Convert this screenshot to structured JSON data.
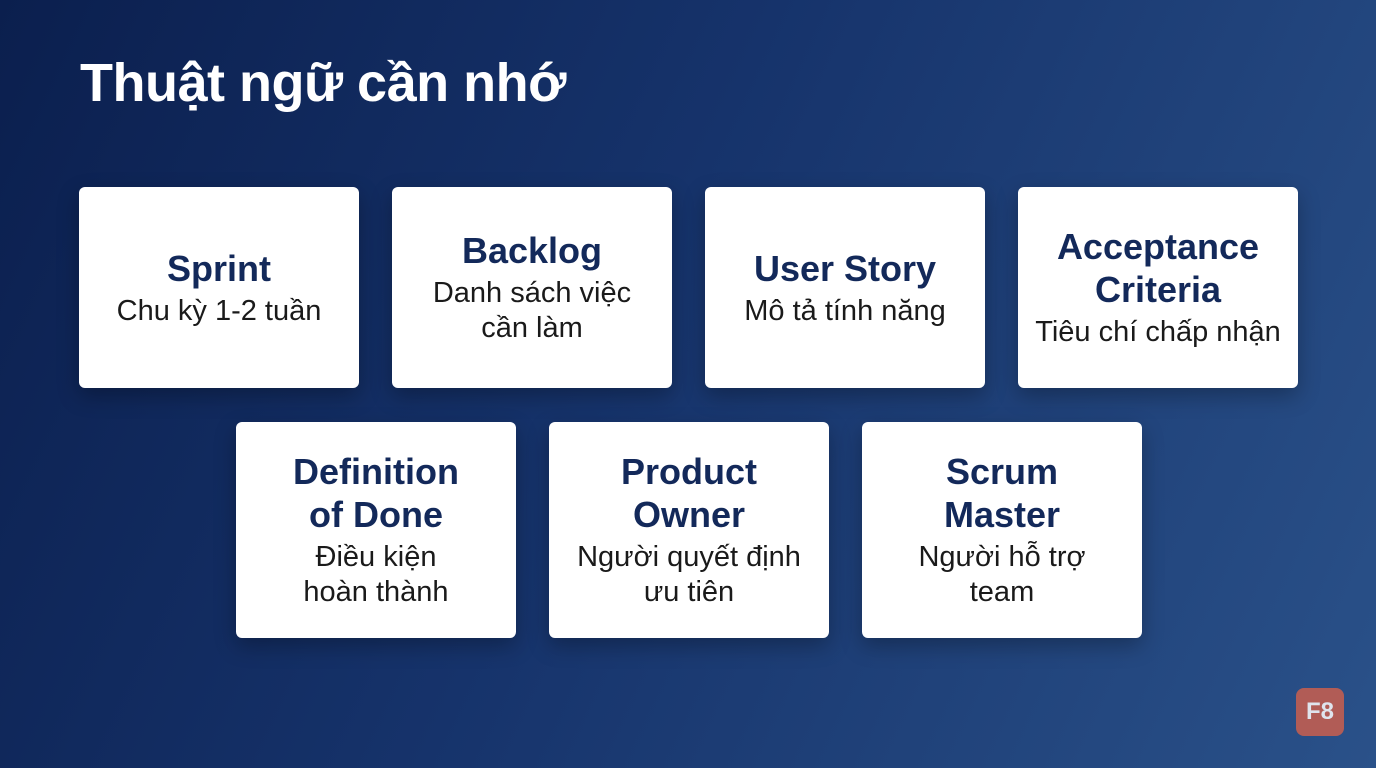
{
  "slide": {
    "title": "Thuật ngữ cần nhớ",
    "logo_text": "F8"
  },
  "terms": [
    {
      "term": "Sprint",
      "desc": "Chu kỳ 1-2 tuần"
    },
    {
      "term": "Backlog",
      "desc": "Danh sách việc\ncần làm"
    },
    {
      "term": "User Story",
      "desc": "Mô tả tính năng"
    },
    {
      "term": "Acceptance\nCriteria",
      "desc": "Tiêu chí chấp nhận"
    },
    {
      "term": "Definition\nof Done",
      "desc": "Điều kiện\nhoàn thành"
    },
    {
      "term": "Product\nOwner",
      "desc": "Người quyết định\nưu tiên"
    },
    {
      "term": "Scrum\nMaster",
      "desc": "Người hỗ trợ\nteam"
    }
  ],
  "colors": {
    "background_start": "#0b1f4e",
    "background_end": "#2a5189",
    "term_text": "#13295a",
    "card": "#ffffff",
    "logo": "#c95f4e"
  }
}
